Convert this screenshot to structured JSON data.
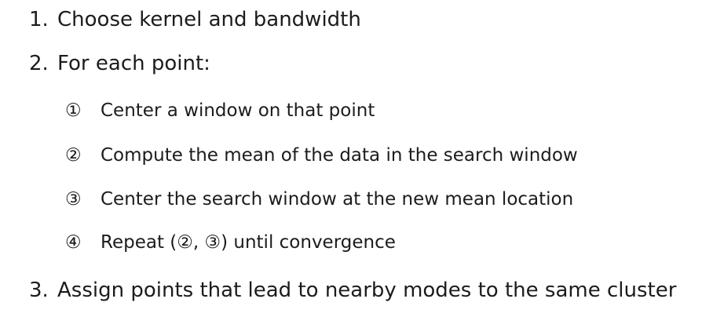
{
  "page": {
    "background": "#ffffff",
    "text_color": "#1c1c1c"
  },
  "list": {
    "items": [
      {
        "marker": "1.",
        "text": "Choose kernel and bandwidth"
      },
      {
        "marker": "2.",
        "text": "For each point:"
      },
      {
        "marker": "3.",
        "text": "Assign points that lead to nearby modes to the same cluster"
      }
    ],
    "sub_items": [
      {
        "marker": "①",
        "text": "Center a window on that point"
      },
      {
        "marker": "②",
        "text": "Compute the mean of the data in the search window"
      },
      {
        "marker": "③",
        "text": "Center the search window at the new mean location"
      },
      {
        "marker": "④",
        "text": "Repeat (②, ③) until convergence"
      }
    ]
  }
}
